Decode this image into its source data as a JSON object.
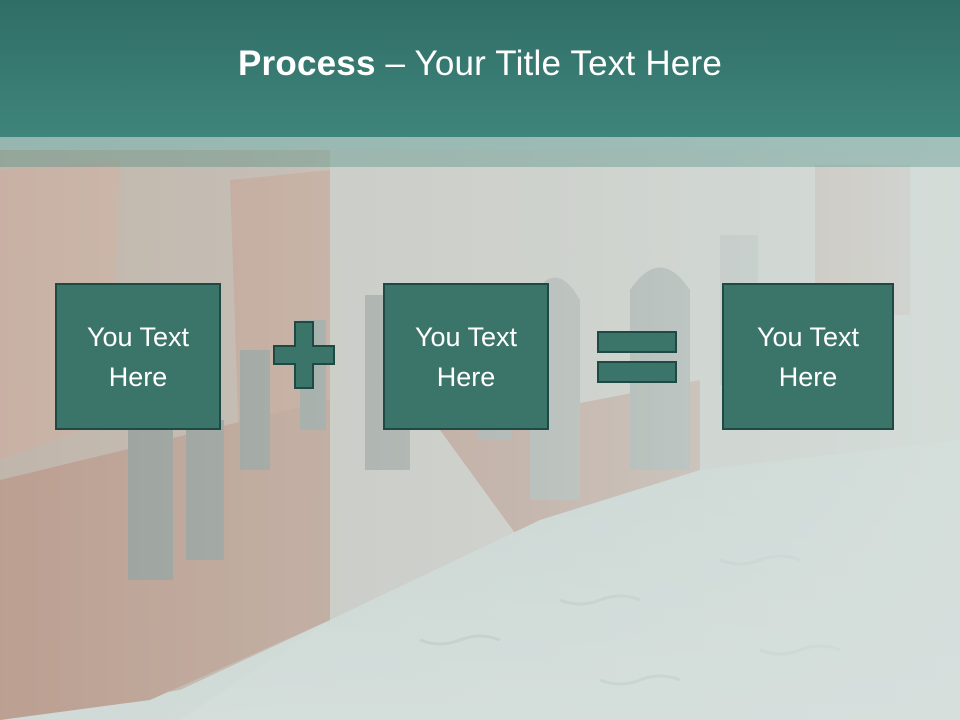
{
  "header": {
    "title_bold": "Process",
    "title_rest": " – Your Title Text Here"
  },
  "process": {
    "box1": "You Text\nHere",
    "box2": "You Text\nHere",
    "box3": "You Text\nHere",
    "plus_icon": "plus-icon",
    "equals_icon": "equals-icon"
  },
  "colors": {
    "header": "#3d8278",
    "box_fill": "#3b7469",
    "box_border": "#1e4944",
    "text": "#ffffff"
  }
}
